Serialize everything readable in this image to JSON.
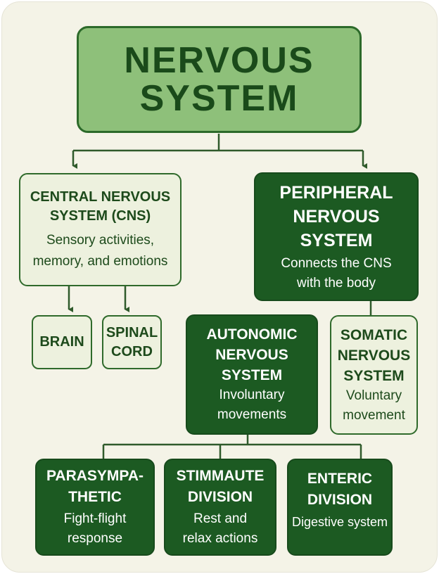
{
  "diagram": {
    "root": {
      "line1": "NERVOUS",
      "line2": "SYSTEM"
    },
    "cns": {
      "line1": "CENTRAL NERVOUS",
      "line2": "SYSTEM (CNS)",
      "desc1": "Sensory activities,",
      "desc2": "memory, and emotions"
    },
    "pns": {
      "line1": "PERIPHERAL",
      "line2": "NERVOUS",
      "line3": "SYSTEM",
      "desc1": "Connects the CNS",
      "desc2": "with the body"
    },
    "brain": {
      "label": "BRAIN"
    },
    "spinal_cord": {
      "line1": "SPINAL",
      "line2": "CORD"
    },
    "autonomic": {
      "line1": "AUTONOMIC",
      "line2": "NERVOUS",
      "line3": "SYSTEM",
      "desc1": "Involuntary",
      "desc2": "movements"
    },
    "somatic": {
      "line1": "SOMATIC",
      "line2": "NERVOUS",
      "line3": "SYSTEM",
      "desc1": "Voluntary",
      "desc2": "movement"
    },
    "parasympathetic": {
      "line1": "PARASYMPA-",
      "line2": "THETIC",
      "desc1": "Fight-flight",
      "desc2": "response"
    },
    "stimmaute": {
      "line1": "STIMMAUTE",
      "line2": "DIVISION",
      "desc1": "Rest and",
      "desc2": "relax actions"
    },
    "enteric": {
      "line1": "ENTERIC",
      "line2": "DIVISION",
      "desc1": "Digestive system"
    }
  },
  "colors": {
    "background": "#f4f3e7",
    "root_fill": "#8ec07a",
    "dark_fill": "#1c5a22",
    "light_fill": "#edf1de",
    "line": "#2f5a2b"
  }
}
